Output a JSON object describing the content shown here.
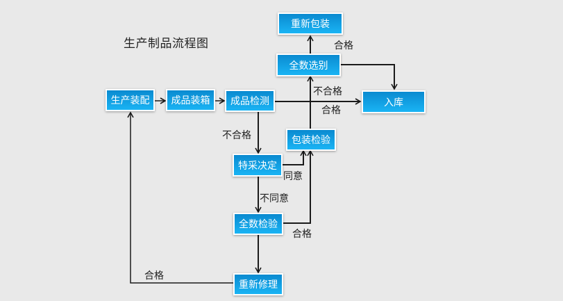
{
  "title": "生产制品流程图",
  "nodes": {
    "repack": "重新包装",
    "full_sort": "全数选别",
    "warehouse": "入库",
    "assembly": "生产装配",
    "boxing": "成品装箱",
    "inspect": "成品检测",
    "pack_inspect": "包装检验",
    "special": "特采决定",
    "full_inspect": "全数检验",
    "repair": "重新修理"
  },
  "edge_labels": {
    "sort_to_repack": "合格",
    "pack_to_sort": "不合格",
    "inspect_to_warehouse": "合格",
    "inspect_to_special": "不合格",
    "special_agree": "同意",
    "special_disagree": "不同意",
    "full_inspect_pass": "合格",
    "repair_pass": "合格"
  },
  "colors": {
    "node_top": "#0a8ad0",
    "node_bottom": "#1ab4f4",
    "edge": "#1a1a1a"
  }
}
